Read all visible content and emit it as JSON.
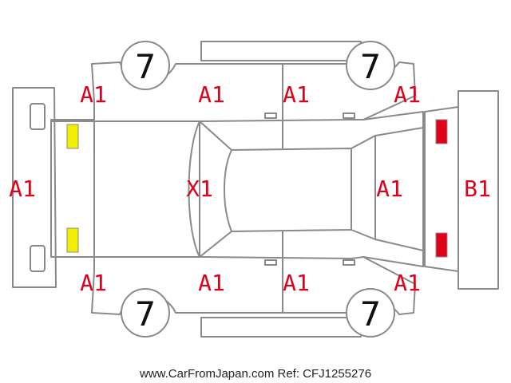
{
  "colors": {
    "outline": "#8a8a8a",
    "label": "#e0001a",
    "wheel_text": "#111111",
    "footer_text": "#222222",
    "headlight": "#f2ee00",
    "taillight": "#e0001a"
  },
  "wheels": [
    "7",
    "7",
    "7",
    "7"
  ],
  "labels": {
    "front_bumper": "A1",
    "front_left_fender": "A1",
    "front_left_door": "A1",
    "rear_left_door": "A1",
    "rear_left_fender": "A1",
    "front_right_fender": "A1",
    "front_right_door": "A1",
    "rear_right_door": "A1",
    "rear_right_fender": "A1",
    "windshield": "X1",
    "rear_glass": "A1",
    "rear_bumper": "B1"
  },
  "footer": "www.CarFromJapan.com Ref: CFJ1255276"
}
